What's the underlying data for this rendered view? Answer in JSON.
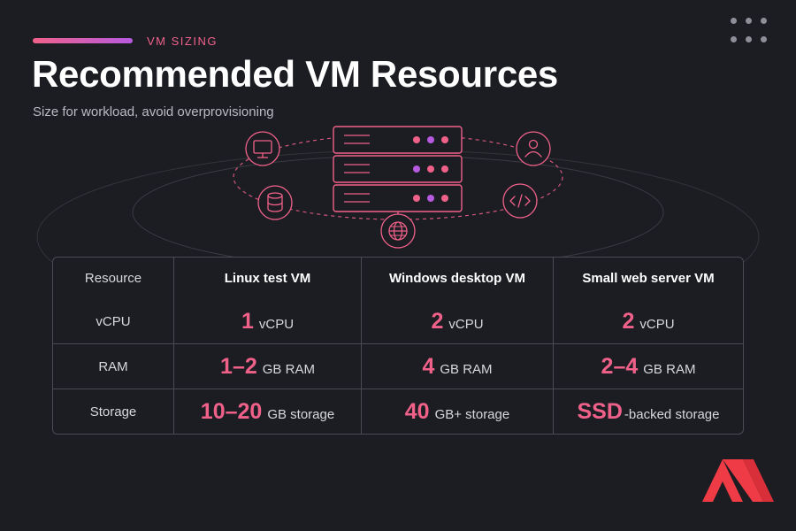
{
  "header": {
    "eyebrow": "VM SIZING",
    "title": "Recommended VM Resources",
    "subtitle": "Size for workload, avoid overprovisioning"
  },
  "colors": {
    "background": "#1c1d22",
    "accent_pink": "#f0618a",
    "accent_purple": "#b65ae0",
    "grid_line": "#4a4b54"
  },
  "illustration": {
    "icons": [
      "monitor-icon",
      "database-icon",
      "globe-icon",
      "code-icon",
      "user-icon",
      "server-rack-icon"
    ]
  },
  "table": {
    "headers": [
      "Resource",
      "Linux test VM",
      "Windows desktop VM",
      "Small web server VM"
    ],
    "rows": [
      {
        "label": "vCPU",
        "cells": [
          {
            "value": "1",
            "unit": "vCPU"
          },
          {
            "value": "2",
            "unit": "vCPU"
          },
          {
            "value": "2",
            "unit": "vCPU"
          }
        ]
      },
      {
        "label": "RAM",
        "cells": [
          {
            "value": "1–2",
            "unit": "GB RAM"
          },
          {
            "value": "4",
            "unit": "GB RAM"
          },
          {
            "value": "2–4",
            "unit": "GB RAM"
          }
        ]
      },
      {
        "label": "Storage",
        "cells": [
          {
            "value": "10–20",
            "unit": "GB storage"
          },
          {
            "value": "40",
            "unit": "GB+ storage"
          },
          {
            "value": "SSD",
            "unit": "-backed storage"
          }
        ]
      }
    ]
  }
}
